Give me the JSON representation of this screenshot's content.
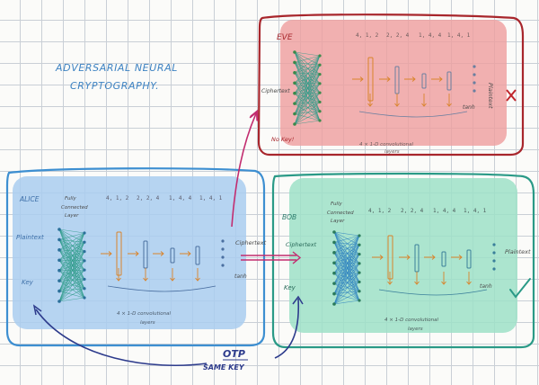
{
  "title": {
    "line1": "ADVERSARIAL NEURAL",
    "line2": "CRYPTOGRAPHY."
  },
  "colors": {
    "alice_fill": "#a9cdf0",
    "alice_border": "#3d8fd1",
    "bob_fill": "#9ee0c8",
    "bob_border": "#2a9a87",
    "eve_fill": "#ef9d9d",
    "eve_border": "#a8262c",
    "arrow_pink": "#c22c6f",
    "arrow_navy": "#2d3b8c",
    "title_blue": "#3d82c2"
  },
  "icons": {
    "eve_fail": "cross-mark-icon",
    "bob_success": "check-mark-icon"
  },
  "alice": {
    "name": "ALICE",
    "fc_label": [
      "Fully",
      "Connected",
      "Layer"
    ],
    "conv_params": [
      "4, 1, 2",
      "2, 2, 4",
      "1, 4, 4",
      "1, 4, 1"
    ],
    "input1": "Plaintext",
    "input2": "Key",
    "output": "Ciphertext",
    "activation": "tanh",
    "conv_note": "4 × 1-D convolutional",
    "conv_note2": "layers"
  },
  "bob": {
    "name": "BOB",
    "fc_label": [
      "Fully",
      "Connected",
      "Layer"
    ],
    "conv_params": [
      "4, 1, 2",
      "2, 2, 4",
      "1, 4, 4",
      "1, 4, 1"
    ],
    "input1": "Ciphertext",
    "input2": "Key",
    "output": "Plaintext",
    "activation": "tanh",
    "conv_note": "4 × 1-D convolutional",
    "conv_note2": "layers"
  },
  "eve": {
    "name": "EVE",
    "conv_params": [
      "4, 1, 2",
      "2, 2, 4",
      "1, 4, 4",
      "1, 4, 1"
    ],
    "input1": "Ciphertext",
    "input2": "No Key!",
    "output": "Plaintext",
    "activation": "tanh",
    "conv_note": "4 × 1-D convolutional",
    "conv_note2": "layers"
  },
  "shared": {
    "otp": "OTP",
    "same_key": "SAME KEY"
  }
}
